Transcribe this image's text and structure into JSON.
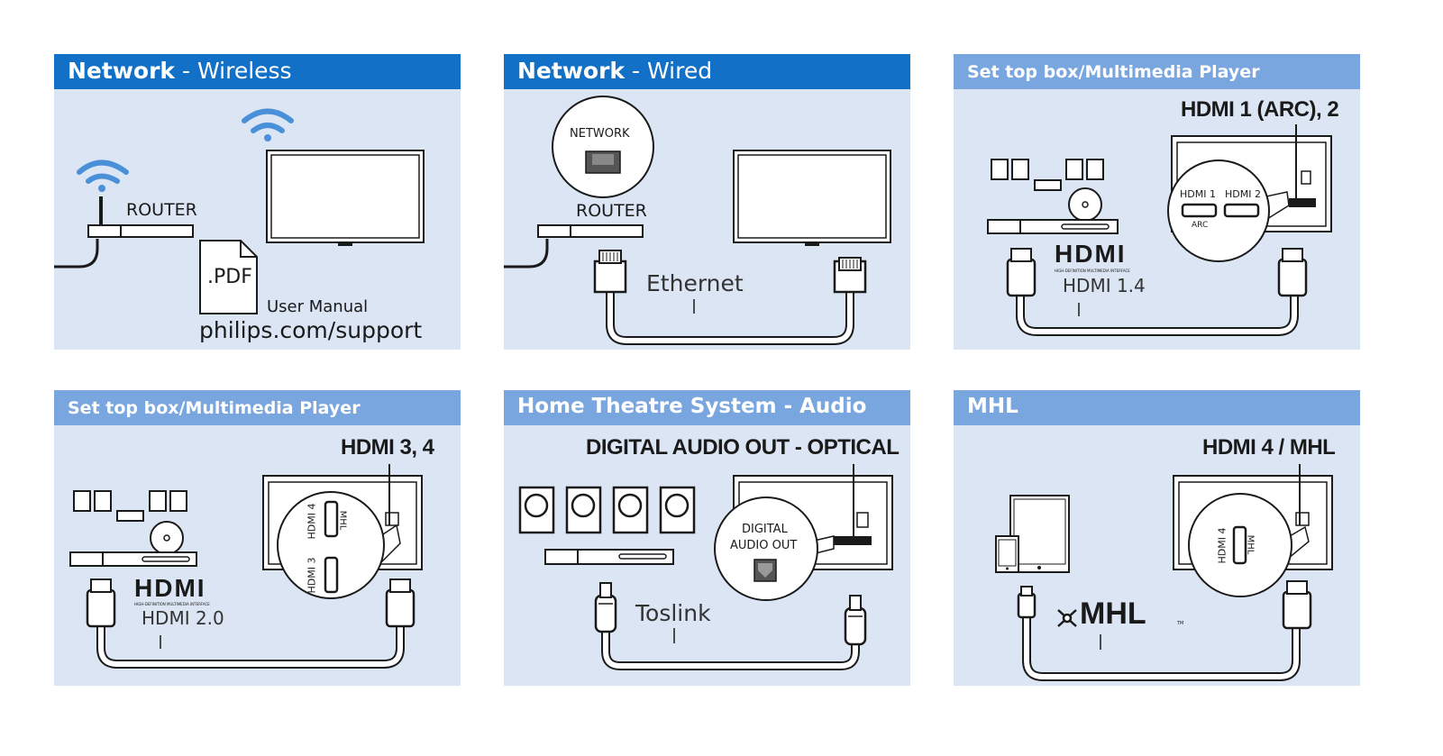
{
  "panels": {
    "wireless": {
      "title_bold": "Network",
      "title_rest": " - Wireless",
      "router": "ROUTER",
      "pdf": ".PDF",
      "manual": "User Manual",
      "url": "philips.com/support"
    },
    "wired": {
      "title_bold": "Network",
      "title_rest": " - Wired",
      "network": "NETWORK",
      "router": "ROUTER",
      "cable": "Ethernet"
    },
    "stb1": {
      "title": "Set top box/Multimedia Player",
      "port": "HDMI 1 (ARC), 2",
      "hdmi1": "HDMI 1",
      "hdmi2": "HDMI 2",
      "arc": "ARC",
      "logo": "HDMI",
      "logo_sub": "HIGH-DEFINITION MULTIMEDIA INTERFACE",
      "cable": "HDMI 1.4"
    },
    "stb2": {
      "title": "Set top box/Multimedia Player",
      "port": "HDMI 3, 4",
      "hdmi4": "HDMI 4",
      "mhl": "MHL",
      "hdmi3": "HDMI 3",
      "logo": "HDMI",
      "logo_sub": "HIGH-DEFINITION MULTIMEDIA INTERFACE",
      "cable": "HDMI 2.0"
    },
    "hts": {
      "title": "Home Theatre System - Audio",
      "port": "DIGITAL AUDIO OUT - OPTICAL",
      "digital": "DIGITAL",
      "audio_out": "AUDIO OUT",
      "cable": "Toslink"
    },
    "mhl": {
      "title": "MHL",
      "port": "HDMI 4 / MHL",
      "hdmi4": "HDMI 4",
      "mhl": "MHL",
      "logo": "MHL",
      "tm": "TM"
    }
  },
  "colors": {
    "header_dark": "#1271c6",
    "header_light": "#7aa6e0",
    "panel_bg": "#dbe5f4",
    "wifi": "#4a90d9"
  }
}
